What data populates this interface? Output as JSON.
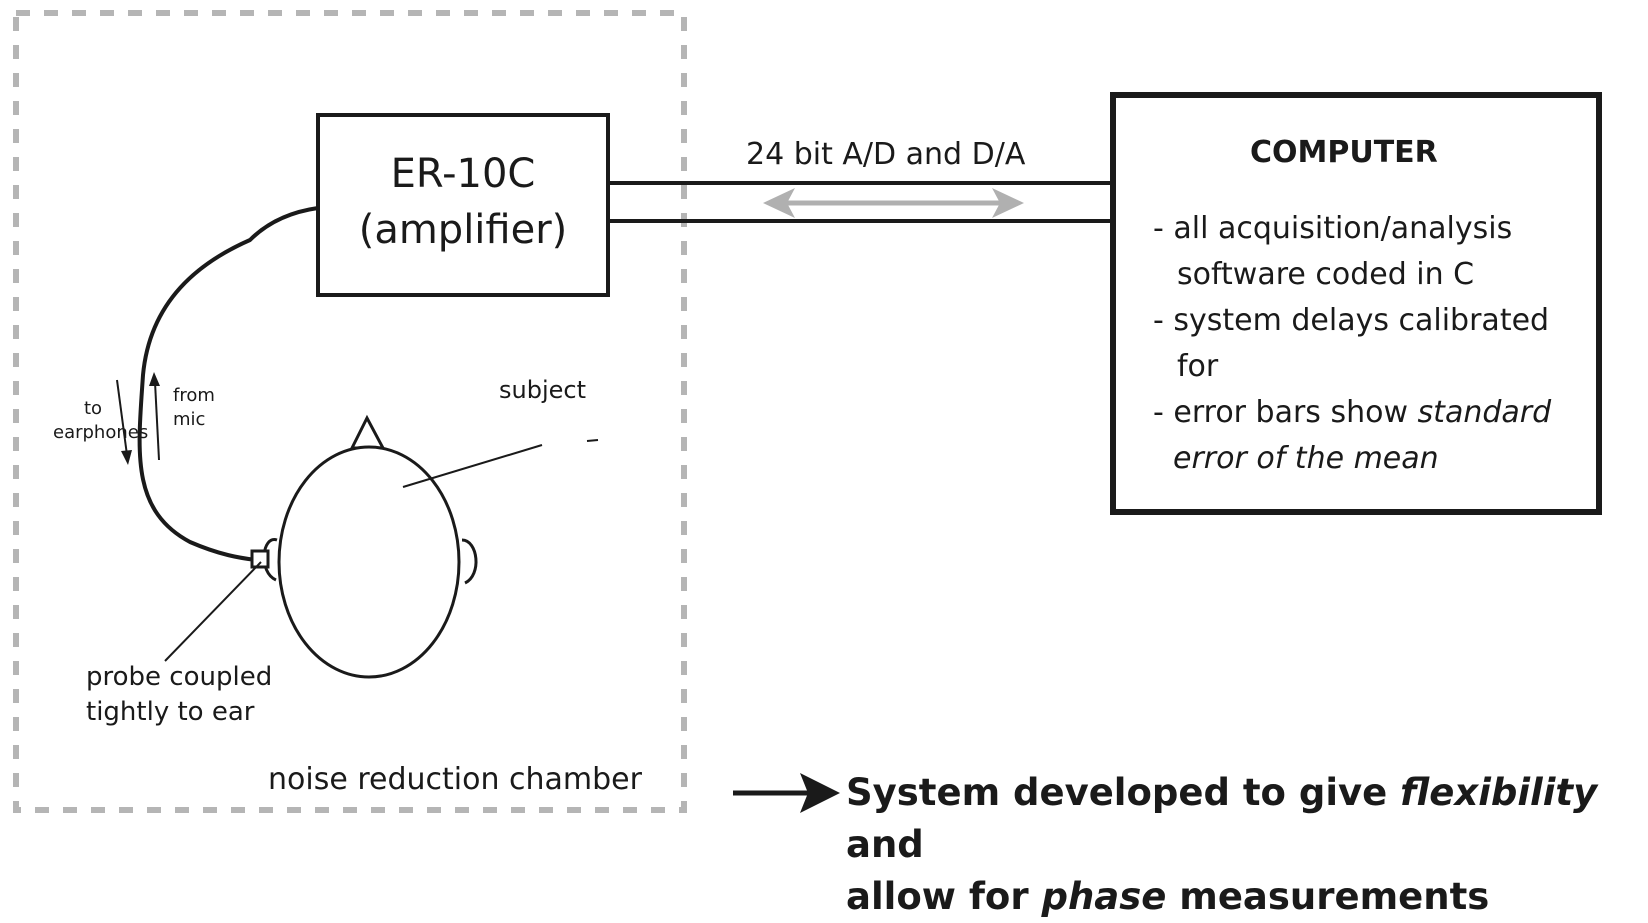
{
  "amplifier": {
    "line1": "ER-10C",
    "line2": "(amplifier)"
  },
  "link": {
    "label": "24 bit A/D and D/A"
  },
  "computer": {
    "title": "COMPUTER",
    "bullets": [
      {
        "dash": "- ",
        "line1": "all acquisition/analysis",
        "line2": "software coded  in C"
      },
      {
        "dash": "- ",
        "line1": "system delays calibrated",
        "line2": "for"
      },
      {
        "dash": "- ",
        "line1_plain": "error bars show ",
        "line1_italic": "standard",
        "line2_italic": "error of the mean"
      }
    ]
  },
  "chamber": {
    "label": "noise reduction chamber",
    "subject_label": "subject",
    "to_earphones": {
      "line1": "to",
      "line2": "earphones"
    },
    "from_mic": {
      "line1": "from",
      "line2": "mic"
    },
    "probe": {
      "line1": "probe coupled",
      "line2": "tightly to ear"
    }
  },
  "conclusion": {
    "part1": "System developed to give ",
    "italic1": "flexibility",
    "part2": " and",
    "part3": "allow for ",
    "italic2": "phase",
    "part4": " measurements"
  },
  "colors": {
    "ink": "#1a1a1a",
    "dashed_border": "#b5b5b5",
    "arrow_gray": "#b0b0b0"
  }
}
